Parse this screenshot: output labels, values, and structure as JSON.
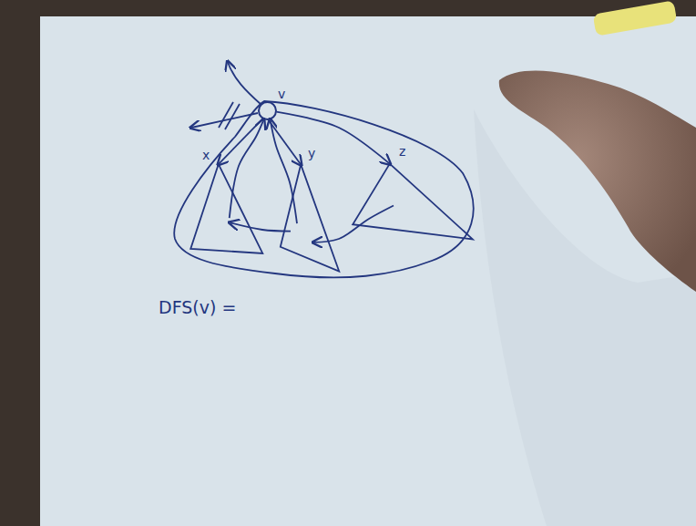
{
  "diagram": {
    "nodes": [
      {
        "text": [
          "v"
        ]
      },
      {
        "text": [
          "x"
        ]
      },
      {
        "text": [
          "y"
        ]
      },
      {
        "text": [
          "z"
        ]
      }
    ],
    "edges": [
      {
        "from": 0,
        "to": 1,
        "arrow": "to"
      },
      {
        "from": 0,
        "to": 2,
        "arrow": "to"
      },
      {
        "from": 0,
        "to": 3,
        "arrow": "to"
      },
      {
        "from": 1,
        "to": 0,
        "arrow": "to"
      },
      {
        "from": 2,
        "to": 0,
        "arrow": "to"
      },
      {
        "from": 2,
        "to": 1,
        "arrow": "to"
      },
      {
        "from": 3,
        "to": 2,
        "arrow": "to"
      }
    ],
    "labels": [
      "DFS(v) ="
    ]
  }
}
